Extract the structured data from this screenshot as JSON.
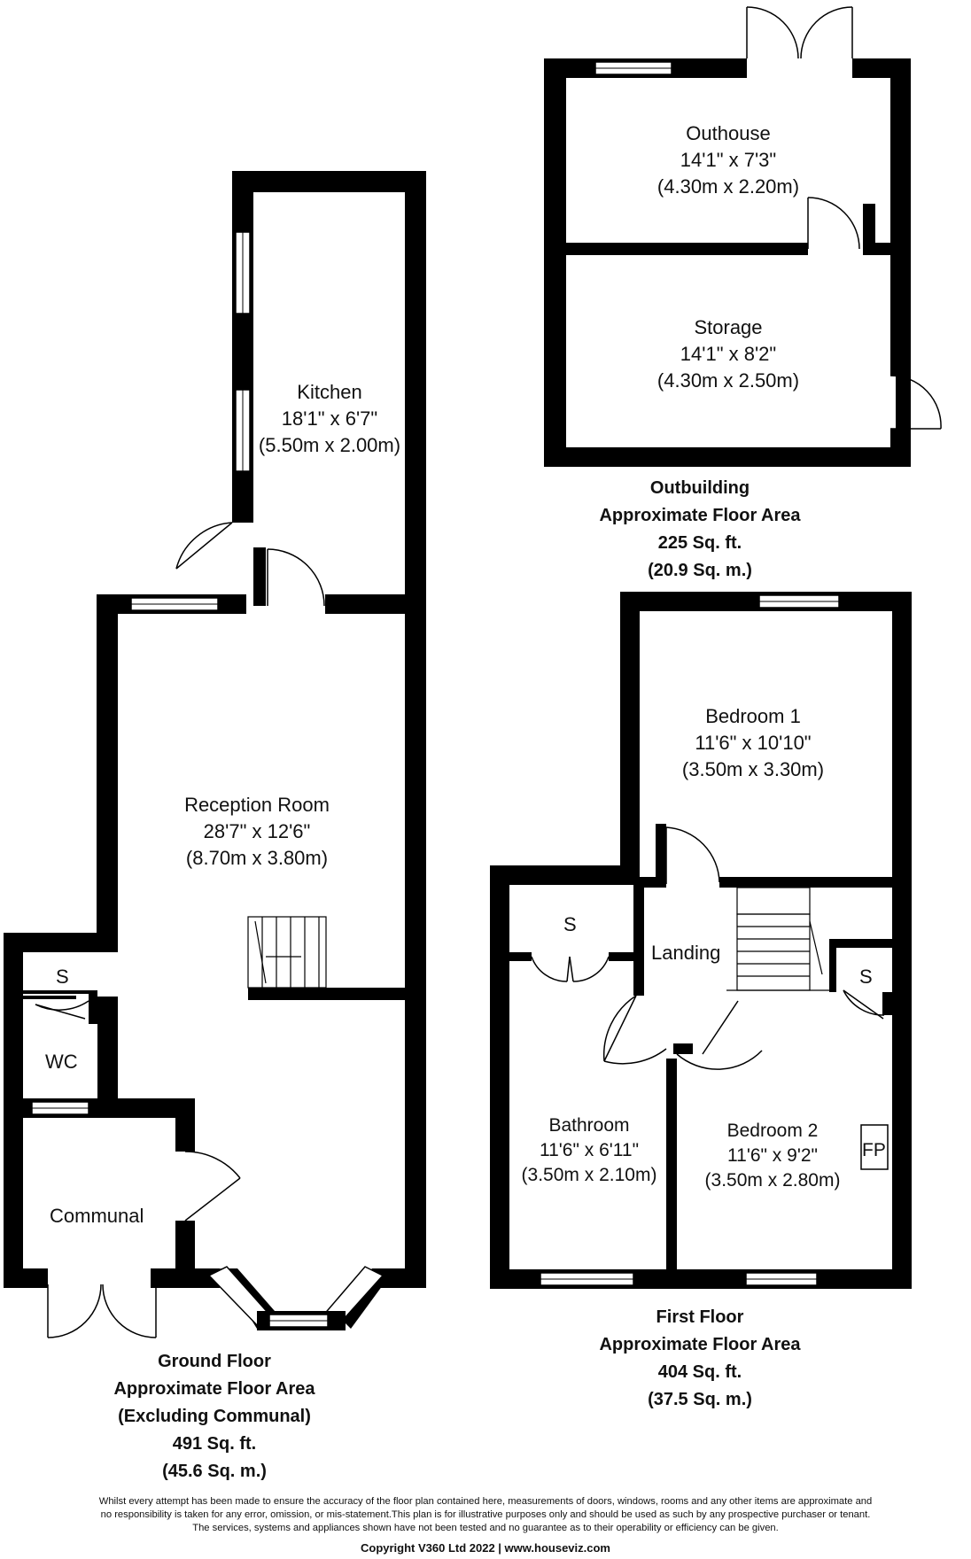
{
  "rooms": {
    "outhouse": {
      "name": "Outhouse",
      "imperial": "14'1\" x 7'3\"",
      "metric": "(4.30m x 2.20m)"
    },
    "storage": {
      "name": "Storage",
      "imperial": "14'1\" x 8'2\"",
      "metric": "(4.30m x 2.50m)"
    },
    "kitchen": {
      "name": "Kitchen",
      "imperial": "18'1\" x 6'7\"",
      "metric": "(5.50m x 2.00m)"
    },
    "reception": {
      "name": "Reception Room",
      "imperial": "28'7\" x 12'6\"",
      "metric": "(8.70m x 3.80m)"
    },
    "bedroom1": {
      "name": "Bedroom 1",
      "imperial": "11'6\" x 10'10\"",
      "metric": "(3.50m x 3.30m)"
    },
    "bathroom": {
      "name": "Bathroom",
      "imperial": "11'6\" x 6'11\"",
      "metric": "(3.50m x 2.10m)"
    },
    "bedroom2": {
      "name": "Bedroom 2",
      "imperial": "11'6\" x 9'2\"",
      "metric": "(3.50m x 2.80m)"
    },
    "landing": {
      "name": "Landing"
    },
    "communal": {
      "name": "Communal"
    },
    "wc": {
      "name": "WC"
    }
  },
  "markers": {
    "storage_symbol": "S",
    "fireplace": "FP"
  },
  "floor_areas": {
    "outbuilding": {
      "line1": "Outbuilding",
      "line2": "Approximate Floor Area",
      "sqft": "225 Sq. ft.",
      "sqm": "(20.9 Sq. m.)"
    },
    "first_floor": {
      "line1": "First Floor",
      "line2": "Approximate Floor Area",
      "sqft": "404 Sq. ft.",
      "sqm": "(37.5 Sq. m.)"
    },
    "ground_floor": {
      "line1": "Ground Floor",
      "line2": "Approximate Floor Area",
      "line3": "(Excluding Communal)",
      "sqft": "491 Sq. ft.",
      "sqm": "(45.6 Sq. m.)"
    }
  },
  "disclaimer": {
    "line1": "Whilst every attempt has been made to ensure the accuracy of the floor plan contained here, measurements of doors, windows, rooms and any other items are approximate and",
    "line2": "no responsibility is taken for any error, omission, or mis-statement.This plan is for illustrative purposes only and should be used as such by any prospective purchaser or tenant.",
    "line3": "The services, systems and appliances shown have not been tested and no guarantee as to their operability or efficiency can be given."
  },
  "copyright": "Copyright V360 Ltd 2022 | www.houseviz.com",
  "colors": {
    "wall": "#000000",
    "background": "#ffffff",
    "text": "#111111"
  }
}
